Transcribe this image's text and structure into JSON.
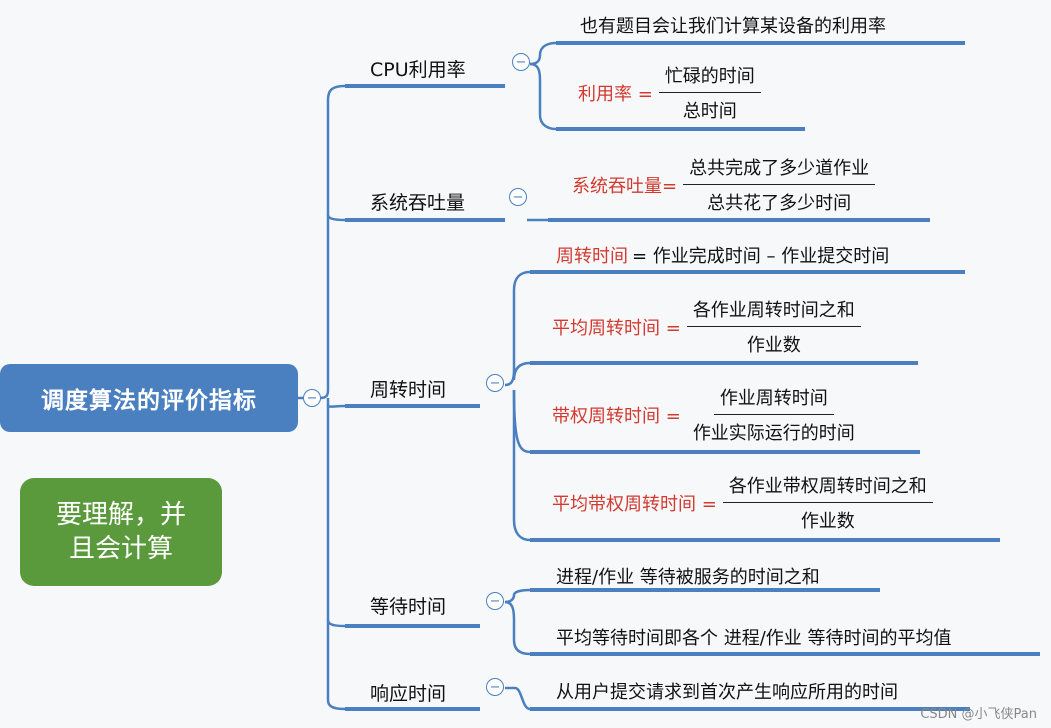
{
  "root": {
    "label": "调度算法的评价指标"
  },
  "note": {
    "line1": "要理解，并",
    "line2": "且会计算"
  },
  "branches": {
    "cpu": {
      "label": "CPU利用率",
      "leaf1": "也有题目会让我们计算某设备的利用率",
      "formula": {
        "lhs": "利用率 =",
        "num": "忙碌的时间",
        "den": "总时间"
      }
    },
    "throughput": {
      "label": "系统吞吐量",
      "formula": {
        "lhs": "系统吞吐量=",
        "num": "总共完成了多少道作业",
        "den": "总共花了多少时间"
      }
    },
    "turnaround": {
      "label": "周转时间",
      "f1": {
        "lhs": "周转时间",
        "rhs": "= 作业完成时间 – 作业提交时间"
      },
      "f2": {
        "lhs": "平均周转时间 =",
        "num": "各作业周转时间之和",
        "den": "作业数"
      },
      "f3": {
        "lhs": "带权周转时间 =",
        "num": "作业周转时间",
        "den": "作业实际运行的时间"
      },
      "f4": {
        "lhs": "平均带权周转时间 =",
        "num": "各作业带权周转时间之和",
        "den": "作业数"
      }
    },
    "waiting": {
      "label": "等待时间",
      "leaf1": "进程/作业 等待被服务的时间之和",
      "leaf2": "平均等待时间即各个 进程/作业 等待时间的平均值"
    },
    "response": {
      "label": "响应时间",
      "leaf1": "从用户提交请求到首次产生响应所用的时间"
    }
  },
  "toggle_symbol": "−",
  "watermark": "CSDN @小飞侠Pan",
  "colors": {
    "line": "#4a7fc0",
    "accent": "#d23a2f",
    "note_bg": "#5b9a3c"
  }
}
